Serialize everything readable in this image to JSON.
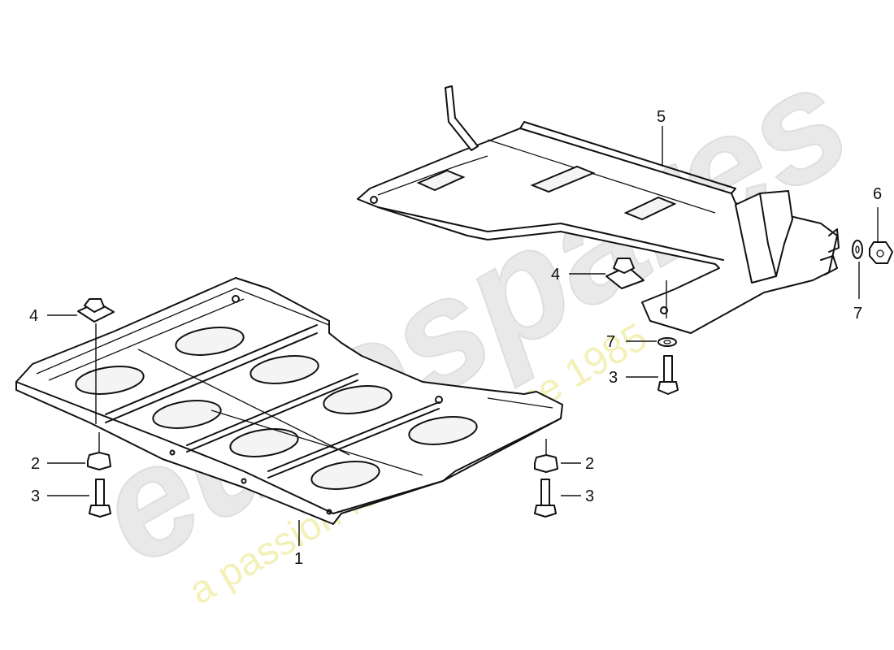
{
  "watermark": {
    "logo_text": "eurospares",
    "tagline": "a passion for parts since 1985"
  },
  "callouts": {
    "part_1": "1",
    "part_2_left": "2",
    "part_2_right": "2",
    "part_3_left": "3",
    "part_3_right": "3",
    "part_3_upper": "3",
    "part_4_left": "4",
    "part_4_right": "4",
    "part_5": "5",
    "part_6": "6",
    "part_7_right": "7",
    "part_7_washer": "7"
  },
  "colors": {
    "line": "#111111",
    "watermark_gray": "#e9e9e9",
    "watermark_yellow": "#f3f0b8"
  }
}
